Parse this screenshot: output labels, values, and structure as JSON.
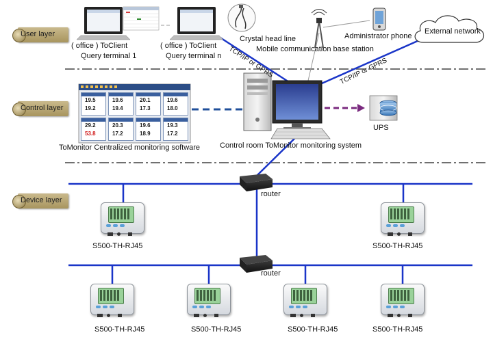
{
  "layers": {
    "user": "User layer",
    "control": "Control layer",
    "device": "Device layer"
  },
  "user_layer": {
    "terminal_1_line1": "( office ) ToClient",
    "terminal_1_line2": "Query terminal 1",
    "terminal_n_line1": "( office ) ToClient",
    "terminal_n_line2": "Query terminal n",
    "crystal_head_line": "Crystal head line",
    "base_station": "Mobile communication base station",
    "admin_phone": "Administrator phone",
    "external_network": "External network",
    "link_1": "TCP/IP or GPRS",
    "link_2": "TCP/IP or GPRS"
  },
  "control_layer": {
    "software_caption": "ToMonitor Centralized monitoring software",
    "system_caption": "Control room ToMonitor monitoring system",
    "ups": "UPS",
    "software_readings": [
      [
        "19.5",
        "19.6",
        "20.1",
        "19.6"
      ],
      [
        "19.2",
        "19.4",
        "17.3",
        "18.0"
      ],
      [
        "29.2",
        "20.3",
        "19.6",
        "19.3"
      ],
      [
        "53.8",
        "17.2",
        "18.9",
        "17.2"
      ]
    ]
  },
  "device_layer": {
    "router_1": "router",
    "router_2": "router",
    "devices": [
      "S500-TH-RJ45",
      "S500-TH-RJ45",
      "S500-TH-RJ45",
      "S500-TH-RJ45",
      "S500-TH-RJ45",
      "S500-TH-RJ45"
    ]
  },
  "colors": {
    "network_line": "#1a35c8",
    "dash_blue": "#1f4f9a",
    "dash_purple": "#7a2a7f",
    "separator": "#707070",
    "alert_reading": "#d01818"
  }
}
